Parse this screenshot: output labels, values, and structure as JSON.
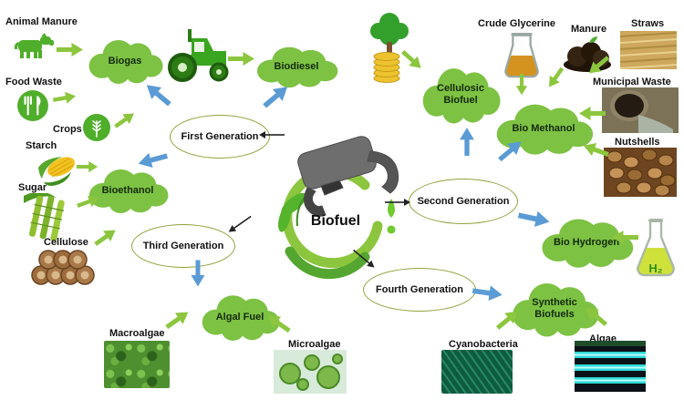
{
  "colors": {
    "fuel_cloud_green": "#7dc243",
    "arrow_green": "#8cc63e",
    "arrow_blue": "#5b9bd5",
    "ellipse_border": "#93a23e",
    "label_text": "#111111"
  },
  "center": {
    "label": "Biofuel"
  },
  "generations": {
    "first": {
      "label": "First Generation"
    },
    "second": {
      "label": "Second Generation"
    },
    "third": {
      "label": "Third Generation"
    },
    "fourth": {
      "label": "Fourth Generation"
    }
  },
  "fuels": {
    "biogas": {
      "label": "Biogas"
    },
    "biodiesel": {
      "label": "Biodiesel"
    },
    "bioethanol": {
      "label": "Bioethanol"
    },
    "cellulosic_biofuel": {
      "label": "Cellulosic Biofuel"
    },
    "bio_methanol": {
      "label": "Bio Methanol"
    },
    "bio_hydrogen": {
      "label": "Bio Hydrogen"
    },
    "synthetic_biofuels": {
      "label": "Synthetic Biofuels"
    },
    "algal_fuel": {
      "label": "Algal Fuel"
    }
  },
  "feedstocks": {
    "animal_manure": {
      "label": "Animal Manure"
    },
    "food_waste": {
      "label": "Food Waste"
    },
    "crops": {
      "label": "Crops"
    },
    "starch": {
      "label": "Starch"
    },
    "sugar": {
      "label": "Sugar"
    },
    "cellulose": {
      "label": "Cellulose"
    },
    "crude_glycerine": {
      "label": "Crude Glycerine"
    },
    "manure": {
      "label": "Manure"
    },
    "straws": {
      "label": "Straws"
    },
    "municipal_waste": {
      "label": "Municipal Waste"
    },
    "nutshells": {
      "label": "Nutshells"
    },
    "macroalgae": {
      "label": "Macroalgae"
    },
    "microalgae": {
      "label": "Microalgae"
    },
    "cyanobacteria": {
      "label": "Cyanobacteria"
    },
    "algae": {
      "label": "Algae"
    },
    "hydrogen_flask": {
      "label": "H₂"
    }
  }
}
